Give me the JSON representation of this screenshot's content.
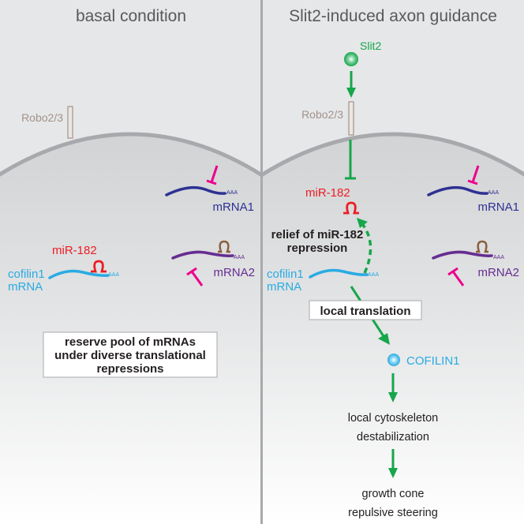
{
  "panels": {
    "left": {
      "title": "basal condition",
      "receptor_label": "Robo2/3",
      "mirna_label": "miR-182",
      "cofilin_mrna_label": [
        "cofilin1",
        "mRNA"
      ],
      "mrna1_label": "mRNA1",
      "mrna2_label": "mRNA2",
      "polyA_label": "AAA",
      "box_text": [
        "reserve pool of mRNAs",
        "under diverse translational",
        "repressions"
      ]
    },
    "right": {
      "title": "Slit2-induced axon guidance",
      "ligand_label": "Slit2",
      "receptor_label": "Robo2/3",
      "mirna_label": "miR-182",
      "relief_text": [
        "relief of miR-182",
        "repression"
      ],
      "cofilin_mrna_label": [
        "cofilin1",
        "mRNA"
      ],
      "mrna1_label": "mRNA1",
      "mrna2_label": "mRNA2",
      "polyA_label": "AAA",
      "box_text": "local translation",
      "protein_label": "COFILIN1",
      "step1": [
        "local cytoskeleton",
        "destabilization"
      ],
      "step2": [
        "growth cone",
        "repulsive steering"
      ]
    }
  },
  "colors": {
    "background": "#e6e7e8",
    "cell": "#d1d3d4",
    "membrane": "#a7a9ac",
    "green": "#16a64b",
    "red": "#ed1c24",
    "magenta": "#ec008c",
    "cyan": "#29abe2",
    "navy": "#2e3192",
    "purple": "#662d91",
    "brown": "#8b5e3c",
    "receptor": "#a1928a"
  }
}
